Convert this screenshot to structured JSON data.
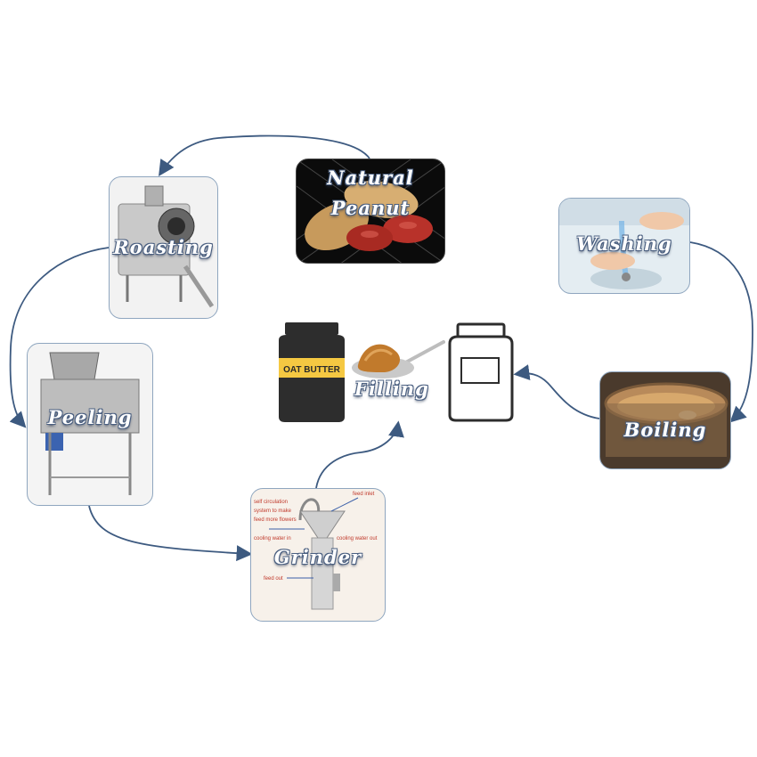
{
  "steps": {
    "natural_peanut": {
      "line1": "Natural",
      "line2": "Peanut"
    },
    "roasting": "Roasting",
    "peeling": "Peeling",
    "grinder": "Grinder",
    "filling": "Filling",
    "washing": "Washing",
    "boiling": "Boiling"
  },
  "jar_label": "OAT BUTTER",
  "grinder_annotations": {
    "self_circulation": "self circulation",
    "system_to_make": "system to make",
    "feed_more": "feed more flowers",
    "feed_inlet": "feed inlet",
    "cooling_water_in": "cooling water in",
    "cooling_water_out": "cooling water out",
    "feed_out": "feed out"
  },
  "colors": {
    "arrow": "#3d5a80",
    "card_border": "#8fa6bf",
    "label_outline": "#4a5f80"
  }
}
